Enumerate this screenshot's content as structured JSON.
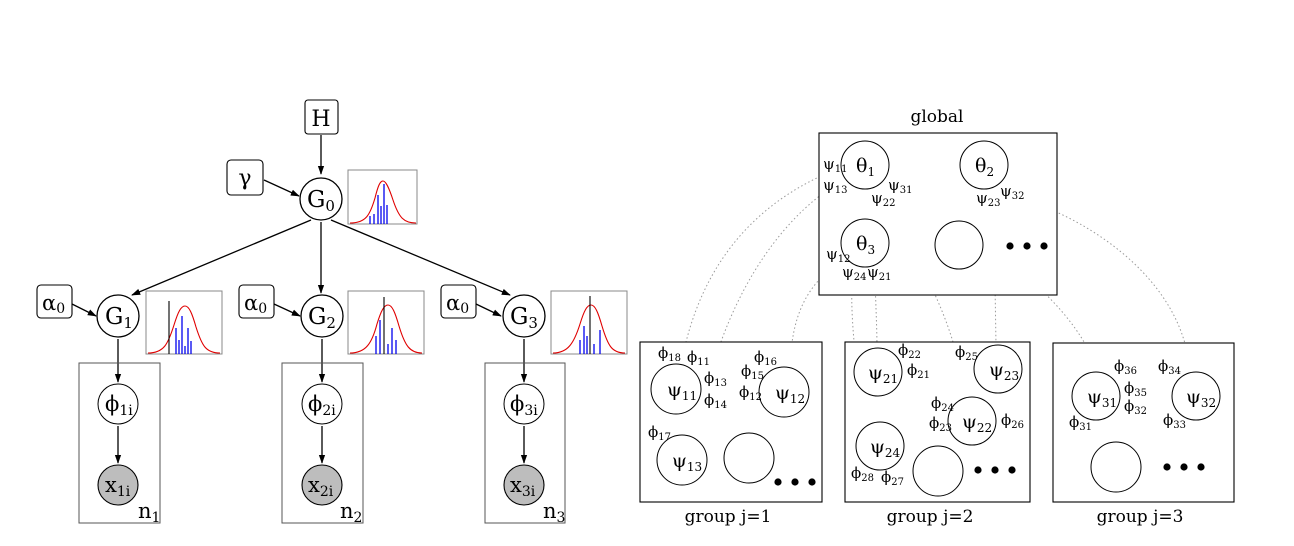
{
  "left": {
    "H": "H",
    "gamma": "γ",
    "G0": {
      "base": "G",
      "sub": "0"
    },
    "groups": [
      {
        "alpha": "α",
        "alpha_sub": "0",
        "G": "G",
        "G_sub": "1",
        "phi": "ϕ",
        "phi_sub": "1i",
        "x": "x",
        "x_sub": "1i",
        "n": "n",
        "n_sub": "1"
      },
      {
        "alpha": "α",
        "alpha_sub": "0",
        "G": "G",
        "G_sub": "2",
        "phi": "ϕ",
        "phi_sub": "2i",
        "x": "x",
        "x_sub": "2i",
        "n": "n",
        "n_sub": "2"
      },
      {
        "alpha": "α",
        "alpha_sub": "0",
        "G": "G",
        "G_sub": "3",
        "phi": "ϕ",
        "phi_sub": "3i",
        "x": "x",
        "x_sub": "3i",
        "n": "n",
        "n_sub": "3"
      }
    ]
  },
  "right": {
    "global_label": "global",
    "theta1": {
      "base": "θ",
      "sub": "1"
    },
    "theta2": {
      "base": "θ",
      "sub": "2"
    },
    "theta3": {
      "base": "θ",
      "sub": "3"
    },
    "global_psi": [
      {
        "base": "ψ",
        "sub": "11"
      },
      {
        "base": "ψ",
        "sub": "13"
      },
      {
        "base": "ψ",
        "sub": "31"
      },
      {
        "base": "ψ",
        "sub": "22"
      },
      {
        "base": "ψ",
        "sub": "23"
      },
      {
        "base": "ψ",
        "sub": "32"
      },
      {
        "base": "ψ",
        "sub": "12"
      },
      {
        "base": "ψ",
        "sub": "24"
      },
      {
        "base": "ψ",
        "sub": "21"
      }
    ],
    "group_labels": [
      "group j=1",
      "group j=2",
      "group j=3"
    ],
    "g1_psi": [
      {
        "base": "ψ",
        "sub": "11"
      },
      {
        "base": "ψ",
        "sub": "12"
      },
      {
        "base": "ψ",
        "sub": "13"
      }
    ],
    "g1_phi": [
      {
        "base": "ϕ",
        "sub": "18"
      },
      {
        "base": "ϕ",
        "sub": "11"
      },
      {
        "base": "ϕ",
        "sub": "13"
      },
      {
        "base": "ϕ",
        "sub": "14"
      },
      {
        "base": "ϕ",
        "sub": "16"
      },
      {
        "base": "ϕ",
        "sub": "15"
      },
      {
        "base": "ϕ",
        "sub": "12"
      },
      {
        "base": "ϕ",
        "sub": "17"
      }
    ],
    "g2_psi": [
      {
        "base": "ψ",
        "sub": "21"
      },
      {
        "base": "ψ",
        "sub": "23"
      },
      {
        "base": "ψ",
        "sub": "22"
      },
      {
        "base": "ψ",
        "sub": "24"
      }
    ],
    "g2_phi": [
      {
        "base": "ϕ",
        "sub": "22"
      },
      {
        "base": "ϕ",
        "sub": "21"
      },
      {
        "base": "ϕ",
        "sub": "25"
      },
      {
        "base": "ϕ",
        "sub": "24"
      },
      {
        "base": "ϕ",
        "sub": "23"
      },
      {
        "base": "ϕ",
        "sub": "26"
      },
      {
        "base": "ϕ",
        "sub": "28"
      },
      {
        "base": "ϕ",
        "sub": "27"
      }
    ],
    "g3_psi": [
      {
        "base": "ψ",
        "sub": "31"
      },
      {
        "base": "ψ",
        "sub": "32"
      }
    ],
    "g3_phi": [
      {
        "base": "ϕ",
        "sub": "36"
      },
      {
        "base": "ϕ",
        "sub": "35"
      },
      {
        "base": "ϕ",
        "sub": "32"
      },
      {
        "base": "ϕ",
        "sub": "31"
      },
      {
        "base": "ϕ",
        "sub": "34"
      },
      {
        "base": "ϕ",
        "sub": "33"
      }
    ]
  },
  "colors": {
    "curve": "#e00000",
    "spikes": "#0000ee",
    "observed": "#bdbdbd"
  }
}
